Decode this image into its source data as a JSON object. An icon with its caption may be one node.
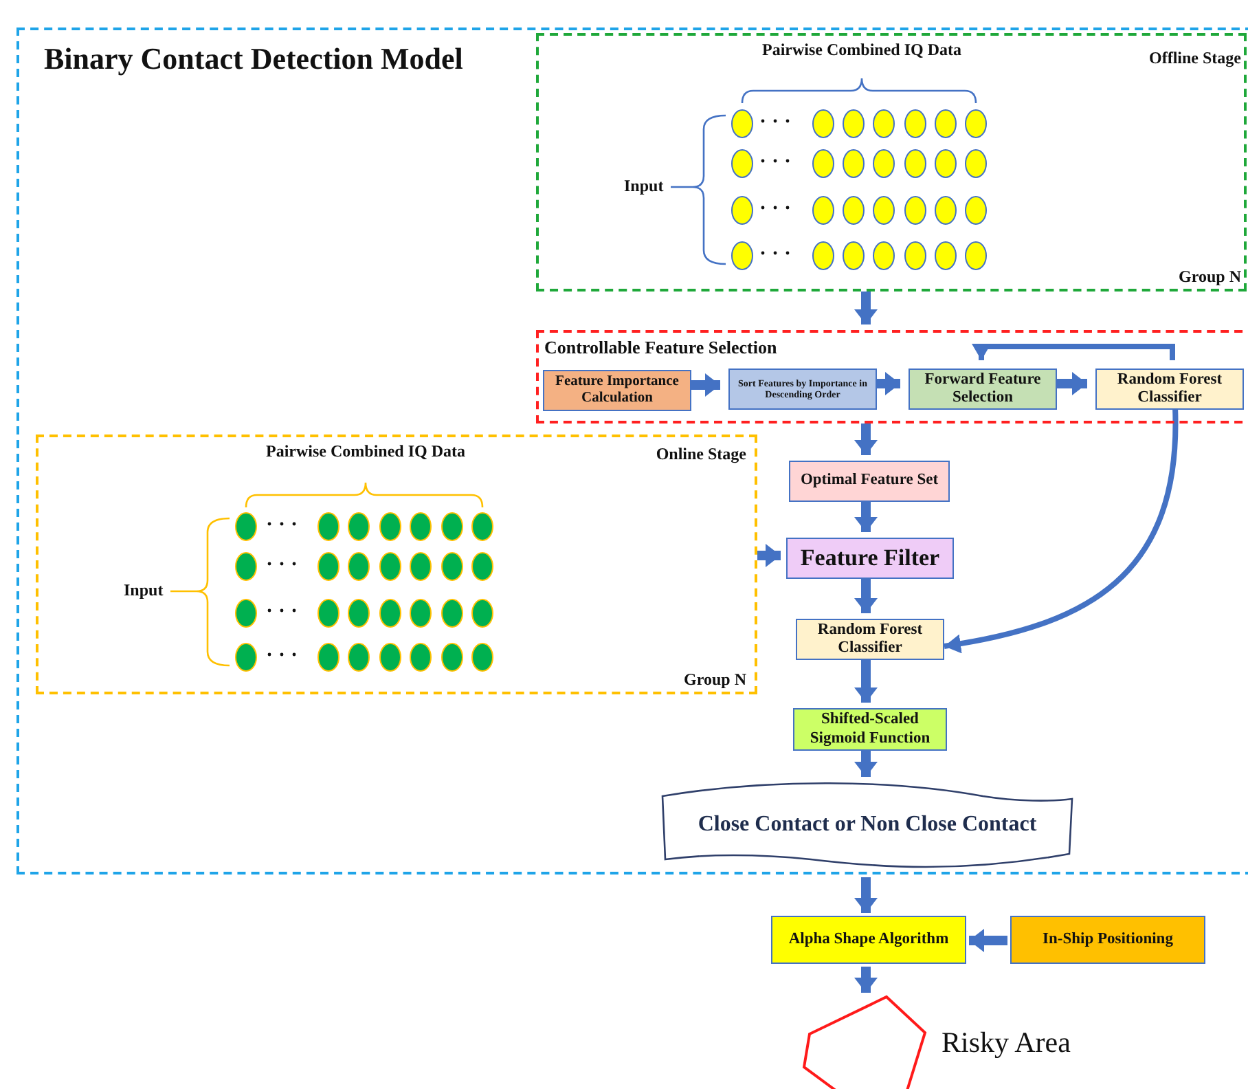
{
  "diagram": {
    "nodes": [
      {
        "text": [
          "Binary Contact Detection Model"
        ]
      },
      {
        "text": [
          "Pairwise Combined IQ Data",
          "Offline Stage",
          "Input",
          "Group N"
        ],
        "in": 0
      },
      {
        "text": [
          "Controllable Feature Selection"
        ],
        "in": 0
      },
      {
        "text": [
          "Feature Importance Calculation"
        ],
        "in": 2
      },
      {
        "text": [
          "Sort Features by Importance in Descending Order"
        ],
        "in": 2
      },
      {
        "text": [
          "Forward Feature Selection"
        ],
        "in": 2
      },
      {
        "text": [
          "Random Forest Classifier"
        ],
        "in": 2
      },
      {
        "text": [
          "Pairwise Combined IQ Data",
          "Online Stage",
          "Input",
          "Group N"
        ],
        "in": 0
      },
      {
        "text": [
          "Optimal Feature Set"
        ],
        "in": 0
      },
      {
        "text": [
          "Feature Filter"
        ],
        "in": 0
      },
      {
        "text": [
          "Random Forest Classifier"
        ],
        "in": 0
      },
      {
        "text": [
          "Shifted-Scaled Sigmoid Function"
        ],
        "in": 0
      },
      {
        "text": [
          "Close Contact or Non Close Contact"
        ],
        "in": 0
      },
      {
        "text": [
          "Alpha Shape Algorithm"
        ]
      },
      {
        "text": [
          "In-Ship Positioning"
        ]
      },
      {
        "text": [],
        "shape": "polygon",
        "beside": [
          "Risky Area"
        ]
      }
    ],
    "edges": [
      {
        "from": 1,
        "to": 2,
        "arrow": "to"
      },
      {
        "from": 3,
        "to": 4,
        "arrow": "to"
      },
      {
        "from": 4,
        "to": 5,
        "arrow": "to"
      },
      {
        "from": 5,
        "to": 6,
        "arrow": "to"
      },
      {
        "from": 6,
        "to": 5,
        "arrow": "to"
      },
      {
        "from": 2,
        "to": 8,
        "arrow": "to"
      },
      {
        "from": 8,
        "to": 9,
        "arrow": "to"
      },
      {
        "from": 7,
        "to": 9,
        "arrow": "to"
      },
      {
        "from": 9,
        "to": 10,
        "arrow": "to"
      },
      {
        "from": 6,
        "to": 10,
        "arrow": "to"
      },
      {
        "from": 10,
        "to": 11,
        "arrow": "to"
      },
      {
        "from": 11,
        "to": 12,
        "arrow": "to"
      },
      {
        "from": 0,
        "to": 13,
        "arrow": "to"
      },
      {
        "from": 14,
        "to": 13,
        "arrow": "to"
      },
      {
        "from": 13,
        "to": 15,
        "arrow": "to"
      }
    ]
  }
}
